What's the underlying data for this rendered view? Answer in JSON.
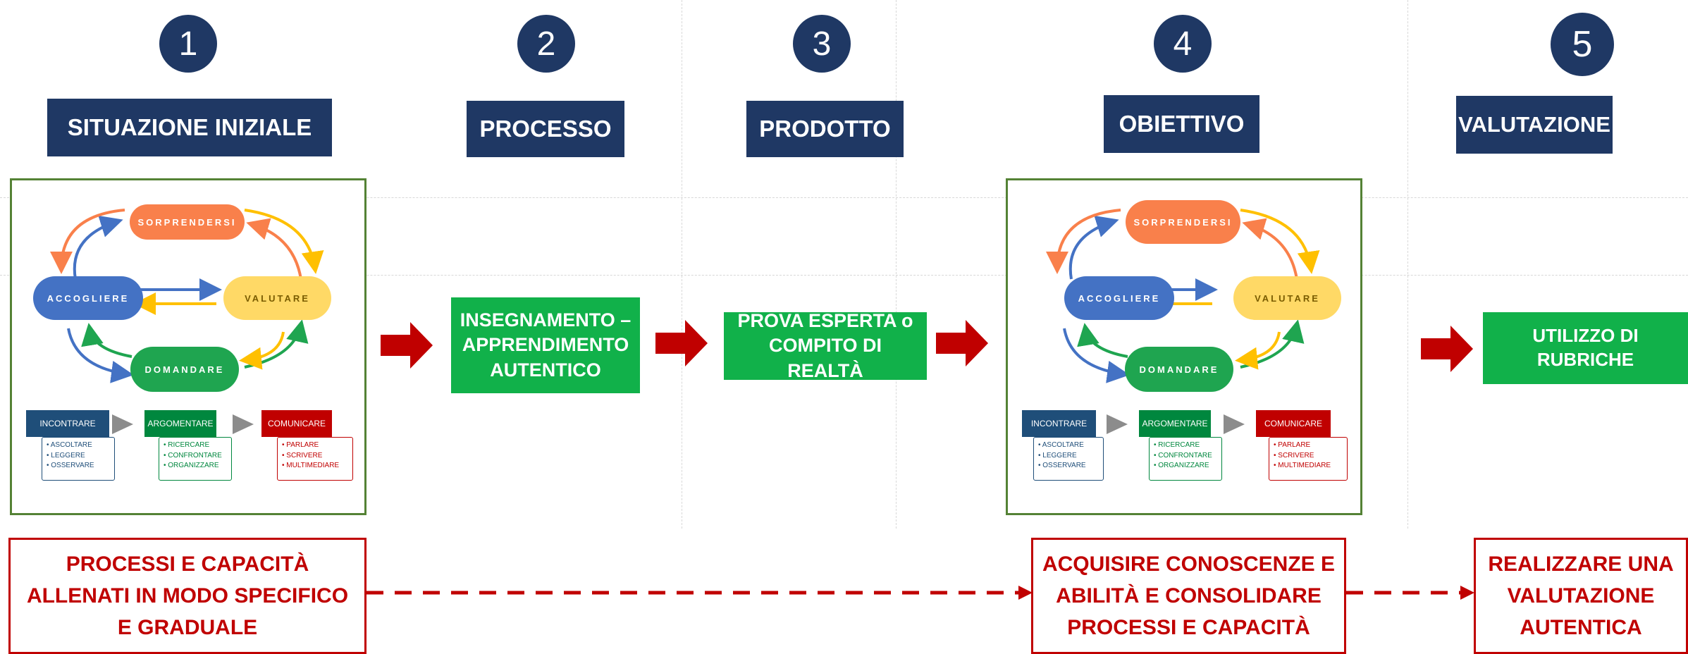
{
  "steps": [
    {
      "number": "1",
      "title": "SITUAZIONE INIZIALE"
    },
    {
      "number": "2",
      "title": "PROCESSO"
    },
    {
      "number": "3",
      "title": "PRODOTTO"
    },
    {
      "number": "4",
      "title": "OBIETTIVO"
    },
    {
      "number": "5",
      "title": "VALUTAZIONE"
    }
  ],
  "cycle": {
    "top": "SORPRENDERSI",
    "left": "ACCOGLIERE",
    "right": "VALUTARE",
    "bottom": "DOMANDARE"
  },
  "categories": [
    {
      "label": "INCONTRARE",
      "items": [
        "ASCOLTARE",
        "LEGGERE",
        "OSSERVARE"
      ]
    },
    {
      "label": "ARGOMENTARE",
      "items": [
        "RICERCARE",
        "CONFRONTARE",
        "ORGANIZZARE"
      ]
    },
    {
      "label": "COMUNICARE",
      "items": [
        "PARLARE",
        "SCRIVERE",
        "MULTIMEDIARE"
      ]
    }
  ],
  "middle_boxes": {
    "process": "INSEGNAMENTO – APPRENDIMENTO AUTENTICO",
    "product": "PROVA ESPERTA o COMPITO DI REALTÀ",
    "evaluation": "UTILIZZO DI RUBRICHE"
  },
  "bottom_boxes": {
    "left": "PROCESSI E CAPACITÀ ALLENATI IN MODO SPECIFICO E GRADUALE",
    "middle": "ACQUISIRE CONOSCENZE E ABILITÀ E CONSOLIDARE PROCESSI E CAPACITÀ",
    "right": "REALIZZARE UNA VALUTAZIONE AUTENTICA"
  },
  "colors": {
    "navy": "#1f3864",
    "green": "#11b14a",
    "red": "#c00000",
    "panel_border": "#548235"
  }
}
